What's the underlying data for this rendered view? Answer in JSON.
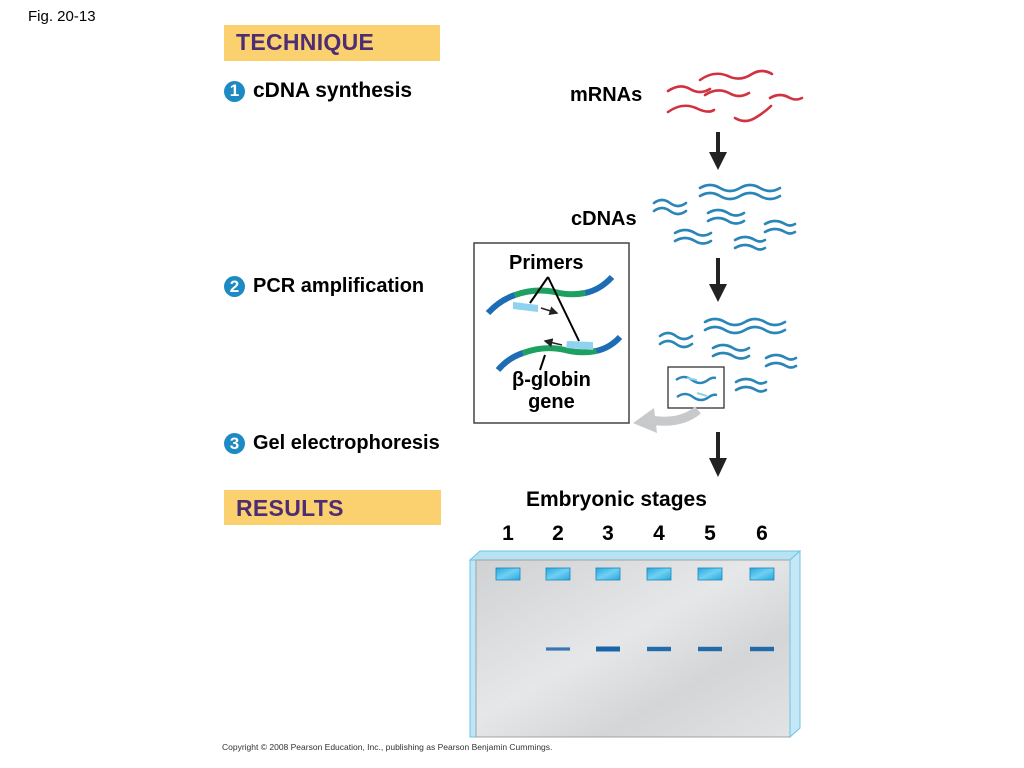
{
  "figure": {
    "label": "Fig. 20-13",
    "copyright": "Copyright © 2008 Pearson Education, Inc., publishing as Pearson Benjamin Cummings."
  },
  "banners": {
    "technique": "TECHNIQUE",
    "results": "RESULTS"
  },
  "steps": [
    {
      "number": "1",
      "label": "cDNA synthesis"
    },
    {
      "number": "2",
      "label": "PCR amplification"
    },
    {
      "number": "3",
      "label": "Gel electrophoresis"
    }
  ],
  "labels": {
    "mrnas": "mRNAs",
    "cdnas": "cDNAs",
    "primers": "Primers",
    "beta_globin_line1": "β-globin",
    "beta_globin_line2": "gene"
  },
  "gel": {
    "title": "Embryonic stages",
    "lanes": [
      "1",
      "2",
      "3",
      "4",
      "5",
      "6"
    ],
    "bands": [
      {
        "lane": "1",
        "present": false,
        "intensity": 0
      },
      {
        "lane": "2",
        "present": true,
        "intensity": 0.4
      },
      {
        "lane": "3",
        "present": true,
        "intensity": 1.0
      },
      {
        "lane": "4",
        "present": true,
        "intensity": 0.8
      },
      {
        "lane": "5",
        "present": true,
        "intensity": 0.8
      },
      {
        "lane": "6",
        "present": true,
        "intensity": 0.8
      }
    ]
  },
  "colors": {
    "banner_bg": "#fbd06f",
    "banner_text": "#4e2d72",
    "step_circle": "#1e8ac4",
    "mrna": "#d0323f",
    "cdna": "#2a86b8",
    "gene_region": "#1ea060",
    "dna_flank": "#1c6db4",
    "primer": "#8fd3f0",
    "band": "#1a64a8"
  }
}
